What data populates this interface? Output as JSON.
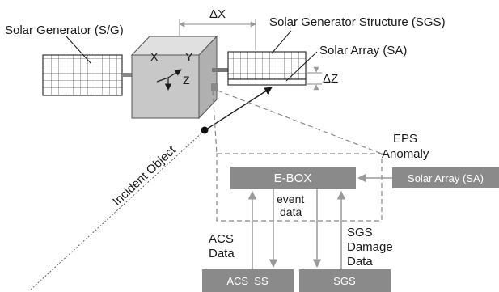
{
  "labels": {
    "solar_generator": "Solar Generator (S/G)",
    "sgs": "Solar Generator Structure (SGS)",
    "solar_array": "Solar Array (SA)",
    "delta_x": "ΔX",
    "delta_z": "ΔZ",
    "axis_x": "X",
    "axis_y": "Y",
    "axis_z": "Z",
    "incident_object": "Incident Object",
    "eps_line1": "EPS",
    "eps_line2": "Anomaly",
    "acs_data_line1": "ACS",
    "acs_data_line2": "Data",
    "event_line1": "event",
    "event_line2": "data",
    "sgs_damage_line1": "SGS",
    "sgs_damage_line2": "Damage",
    "sgs_damage_line3": "Data"
  },
  "boxes": {
    "ebox": "E-BOX",
    "solar_array_box": "Solar Array (SA)",
    "acs_ss": "ACS  SS",
    "sgs_box": "SGS"
  },
  "colors": {
    "body_fill": "#c8c8c8",
    "box_fill": "#8a8a8a",
    "arrow": "#9a9a9a",
    "line": "#1a1a1a"
  }
}
